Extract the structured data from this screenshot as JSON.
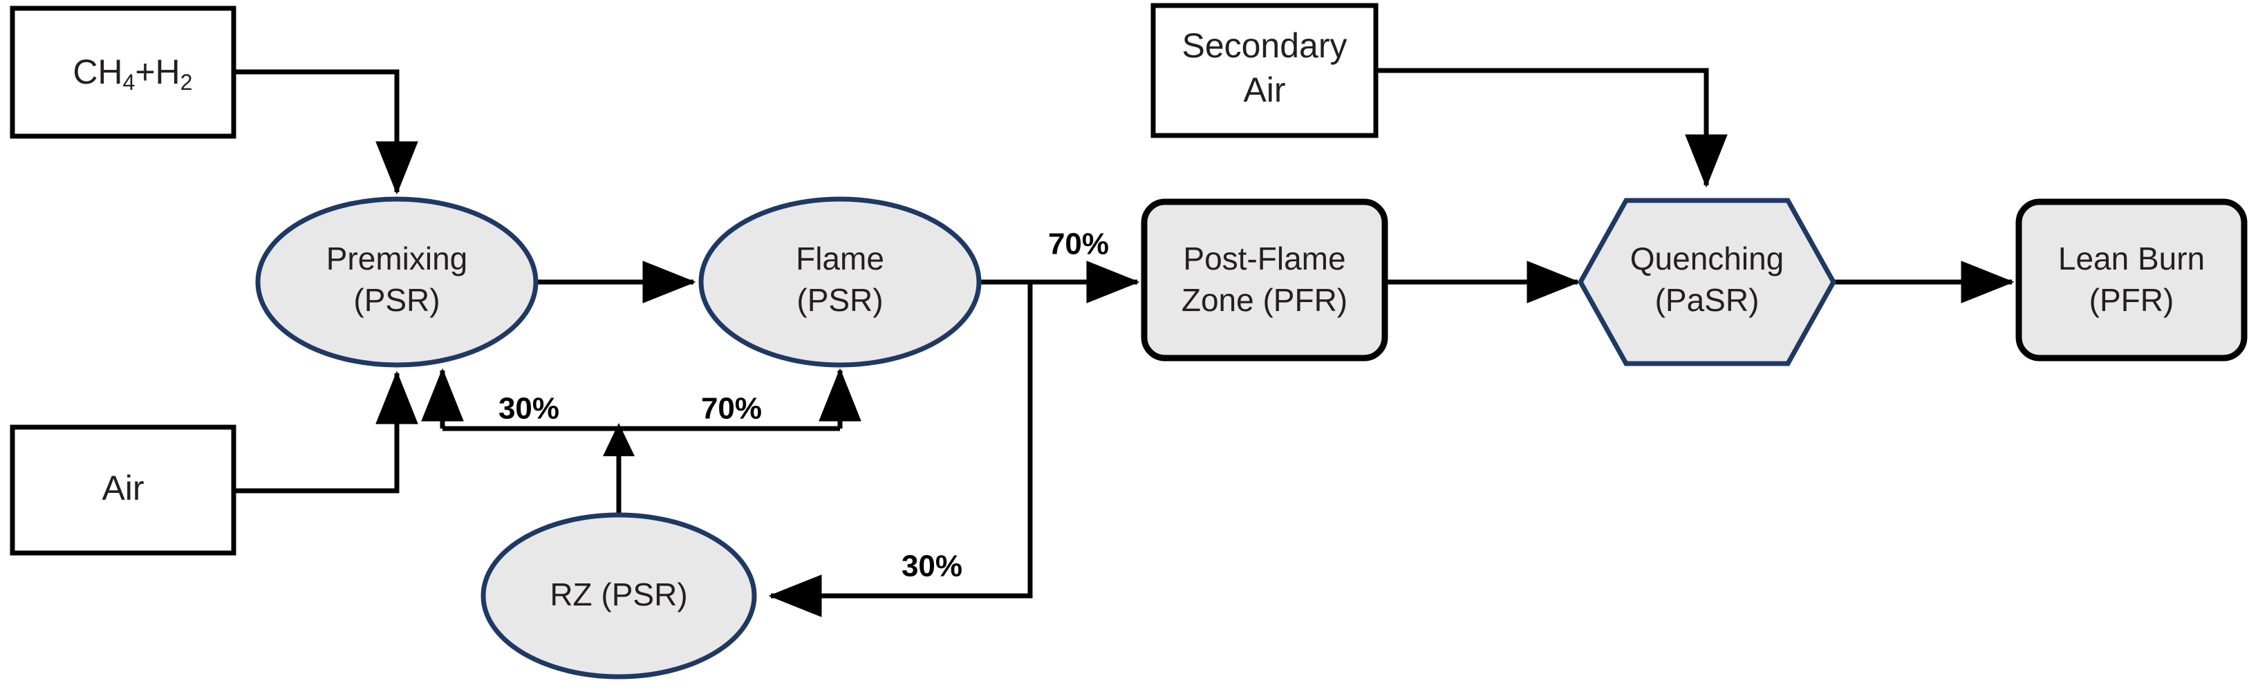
{
  "diagram": {
    "title": "Chemical Reactor Network Flow Diagram",
    "colors": {
      "node_fill": "#e8e8e8",
      "node_border_navy": "#1f3864",
      "node_border_black": "#000000",
      "io_fill": "#ffffff",
      "background": "#ffffff",
      "text": "#231f20"
    }
  },
  "nodes": {
    "fuel_inlet": {
      "name": "fuel-inlet",
      "shape": "rectangle",
      "label": "CH4+H2",
      "label_parts": {
        "pre": "CH",
        "sub1": "4",
        "mid": "+H",
        "sub2": "2"
      }
    },
    "air_inlet": {
      "name": "air-inlet",
      "shape": "rectangle",
      "label": "Air"
    },
    "secondary_air_inlet": {
      "name": "secondary-air-inlet",
      "shape": "rectangle",
      "line1": "Secondary",
      "line2": "Air"
    },
    "premixing": {
      "name": "premixing-reactor",
      "shape": "ellipse",
      "line1": "Premixing",
      "line2": "(PSR)"
    },
    "flame": {
      "name": "flame-reactor",
      "shape": "ellipse",
      "line1": "Flame",
      "line2": "(PSR)"
    },
    "rz": {
      "name": "recirculation-zone-reactor",
      "shape": "ellipse",
      "line1": "RZ (PSR)"
    },
    "post_flame": {
      "name": "post-flame-zone-reactor",
      "shape": "rounded-rectangle",
      "line1": "Post-Flame",
      "line2": "Zone (PFR)"
    },
    "quenching": {
      "name": "quenching-reactor",
      "shape": "hexagon",
      "line1": "Quenching",
      "line2": "(PaSR)"
    },
    "lean_burn": {
      "name": "lean-burn-reactor",
      "shape": "rounded-rectangle",
      "line1": "Lean Burn",
      "line2": "(PFR)"
    }
  },
  "flow_labels": {
    "flame_to_postflame": "70%",
    "rz_to_premixing": "30%",
    "rz_to_flame": "70%",
    "flame_to_rz": "30%"
  },
  "connections": [
    {
      "name": "fuel-to-premixing",
      "from": "fuel_inlet",
      "to": "premixing",
      "label": ""
    },
    {
      "name": "air-to-premixing",
      "from": "air_inlet",
      "to": "premixing",
      "label": ""
    },
    {
      "name": "premixing-to-flame",
      "from": "premixing",
      "to": "flame",
      "label": ""
    },
    {
      "name": "flame-to-postflame",
      "from": "flame",
      "to": "post_flame",
      "label": "70%"
    },
    {
      "name": "flame-to-rz",
      "from": "flame",
      "to": "rz",
      "label": "30%"
    },
    {
      "name": "rz-to-premixing",
      "from": "rz",
      "to": "premixing",
      "label": "30%"
    },
    {
      "name": "rz-to-flame",
      "from": "rz",
      "to": "flame",
      "label": "70%"
    },
    {
      "name": "secondary-air-to-quenching",
      "from": "secondary_air_inlet",
      "to": "quenching",
      "label": ""
    },
    {
      "name": "postflame-to-quenching",
      "from": "post_flame",
      "to": "quenching",
      "label": ""
    },
    {
      "name": "quenching-to-leanburn",
      "from": "quenching",
      "to": "lean_burn",
      "label": ""
    }
  ]
}
